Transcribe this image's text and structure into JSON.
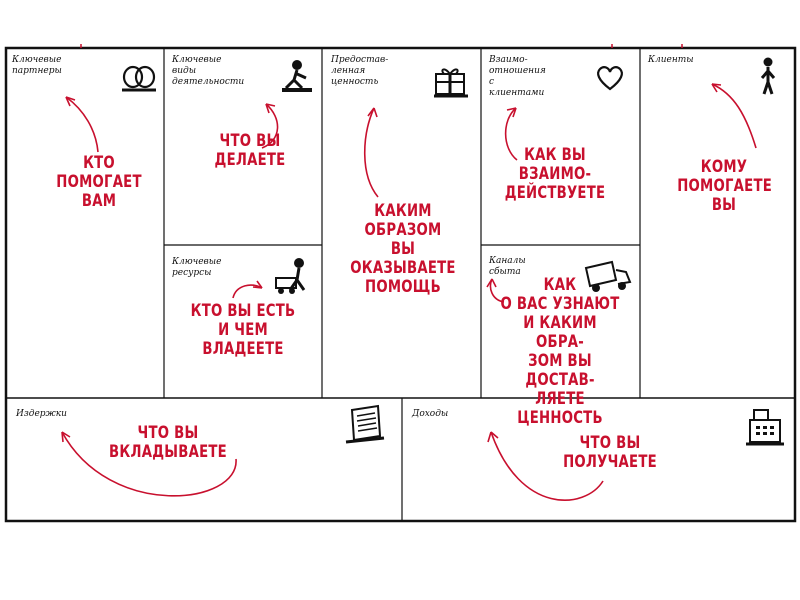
{
  "canvas": {
    "blocks": [
      {
        "id": "key-partners",
        "label": "Ключевые\nпартнеры",
        "note": "КТО\nПОМОГАЕТ\nВАМ",
        "icon": "rings-icon"
      },
      {
        "id": "key-activities",
        "label": "Ключевые\nвиды\nдеятельности",
        "note": "ЧТО ВЫ\nДЕЛАЕТЕ",
        "icon": "worker-icon"
      },
      {
        "id": "key-resources",
        "label": "Ключевые\nресурсы",
        "note": "КТО ВЫ ЕСТЬ\nИ ЧЕМ ВЛАДЕЕТЕ",
        "icon": "worker-cart-icon"
      },
      {
        "id": "value-propositions",
        "label": "Предостав-\nленная\nценность",
        "note": "КАКИМ ОБРАЗОМ\nВЫ ОКАЗЫВАЕТЕ\nПОМОЩЬ",
        "icon": "gift-icon"
      },
      {
        "id": "customer-relationships",
        "label": "Взаимо-\nотношения\nс клиентами",
        "note": "КАК ВЫ\nВЗАИМО-\nДЕЙСТВУЕТЕ",
        "icon": "heart-icon"
      },
      {
        "id": "channels",
        "label": "Каналы сбыта",
        "note": "КАК\nО ВАС УЗНАЮТ\nИ КАКИМ ОБРА-\nЗОМ ВЫ ДОСТАВ-\nЛЯЕТЕ ЦЕННОСТЬ",
        "icon": "truck-icon"
      },
      {
        "id": "customer-segments",
        "label": "Клиенты",
        "note": "КОМУ\nПОМОГАЕТЕ\nВЫ",
        "icon": "person-icon"
      },
      {
        "id": "cost-structure",
        "label": "Издержки",
        "note": "ЧТО ВЫ\nВКЛАДЫВАЕТЕ",
        "icon": "receipt-icon"
      },
      {
        "id": "revenue-streams",
        "label": "Доходы",
        "note": "ЧТО ВЫ\nПОЛУЧАЕТЕ",
        "icon": "cash-register-icon"
      }
    ]
  },
  "colors": {
    "accent": "#c8102e",
    "border": "#111111"
  }
}
